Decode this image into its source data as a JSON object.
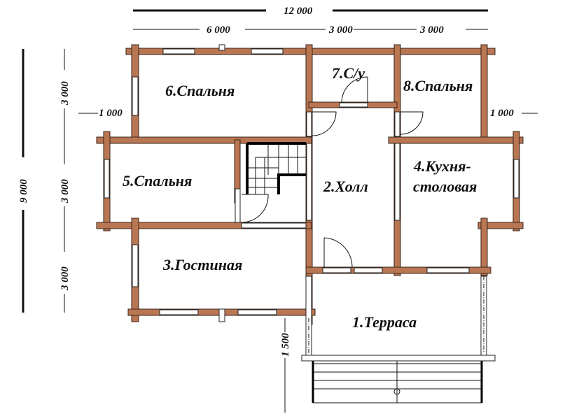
{
  "dimensions": {
    "total_width": "12 000",
    "width_left": "6 000",
    "width_mid": "3 000",
    "width_right": "3 000",
    "total_depth": "9 000",
    "depth_top": "3 000",
    "depth_mid": "3 000",
    "depth_bottom": "3 000",
    "offset_left": "1 000",
    "offset_right": "1 000",
    "terrace_depth": "1 500"
  },
  "rooms": {
    "terrace": "1.Терраса",
    "hall": "2.Холл",
    "living": "3.Гостиная",
    "kitchen_line1": "4.Кухня-",
    "kitchen_line2": "столовая",
    "bedroom5": "5.Спальня",
    "bedroom6": "6.Спальня",
    "bathroom": "7.С/у",
    "bedroom8": "8.Спальня"
  },
  "colors": {
    "wall": "#b97652"
  }
}
